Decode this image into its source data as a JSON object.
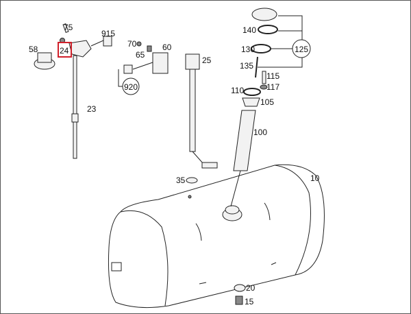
{
  "diagram": {
    "highlight_color": "#d0202a",
    "selected_part": "24",
    "labels": {
      "p75": "75",
      "p915": "915",
      "p58": "58",
      "p24": "24",
      "p70": "70",
      "p60": "60",
      "p65": "65",
      "p25": "25",
      "p920": "920",
      "p23": "23",
      "p140": "140",
      "p130": "130",
      "p125": "125",
      "p135": "135",
      "p115": "115",
      "p117": "117",
      "p110": "110",
      "p105": "105",
      "p100": "100",
      "p10": "10",
      "p35": "35",
      "p20": "20",
      "p15": "15"
    }
  }
}
